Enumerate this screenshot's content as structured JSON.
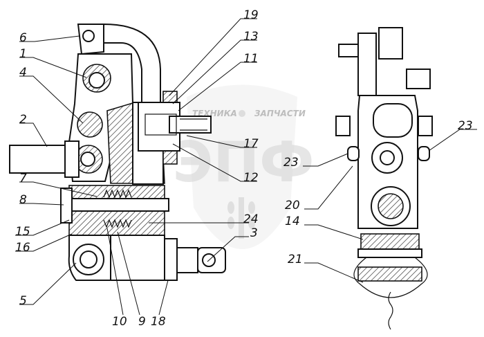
{
  "watermark": {
    "word_left": "ТЕХНИКА",
    "word_right": "ЗАПЧАСТИ",
    "logo_text": "ЭПФ"
  },
  "callouts": {
    "c1": "1",
    "c2": "2",
    "c3": "3",
    "c4": "4",
    "c5": "5",
    "c6": "6",
    "c7": "7",
    "c8": "8",
    "c9": "9",
    "c10": "10",
    "c11": "11",
    "c12": "12",
    "c13": "13",
    "c14": "14",
    "c15": "15",
    "c16": "16",
    "c17": "17",
    "c18": "18",
    "c19": "19",
    "c20": "20",
    "c21": "21",
    "c23a": "23",
    "c23b": "23",
    "c24": "24"
  }
}
